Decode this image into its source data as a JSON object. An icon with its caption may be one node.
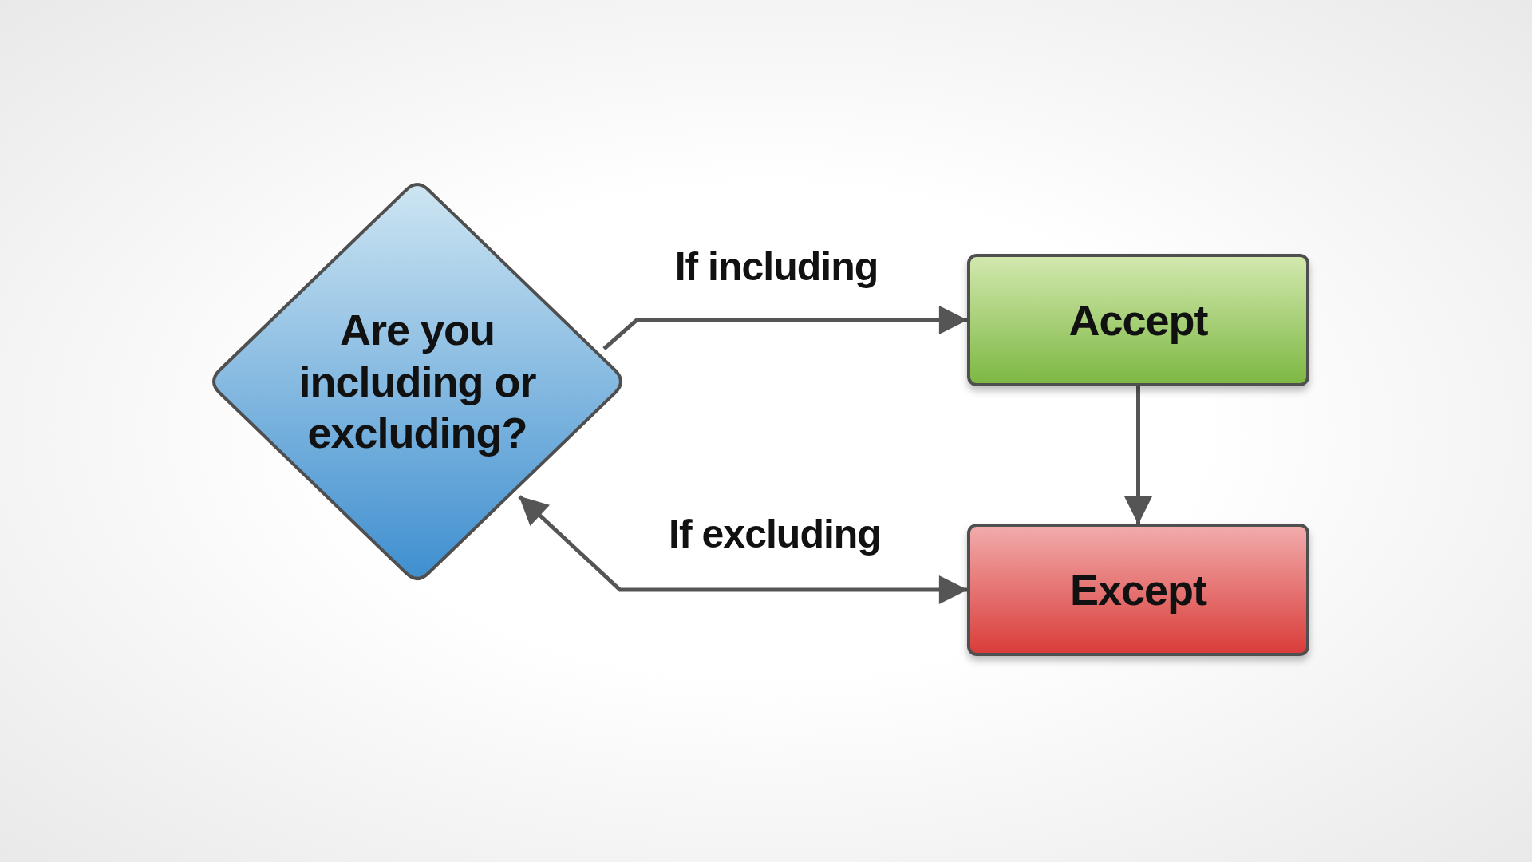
{
  "diagram": {
    "nodes": [
      {
        "text": [
          "Are you including or excluding?"
        ]
      },
      {
        "text": [
          "Accept"
        ]
      },
      {
        "text": [
          "Except"
        ]
      }
    ],
    "edges": [
      {
        "from": 0,
        "to": 1,
        "arrow": "to",
        "label": "If including"
      },
      {
        "from": 1,
        "to": 2,
        "arrow": "to"
      },
      {
        "from": 0,
        "to": 2,
        "arrow": "both",
        "label": "If excluding"
      }
    ]
  }
}
